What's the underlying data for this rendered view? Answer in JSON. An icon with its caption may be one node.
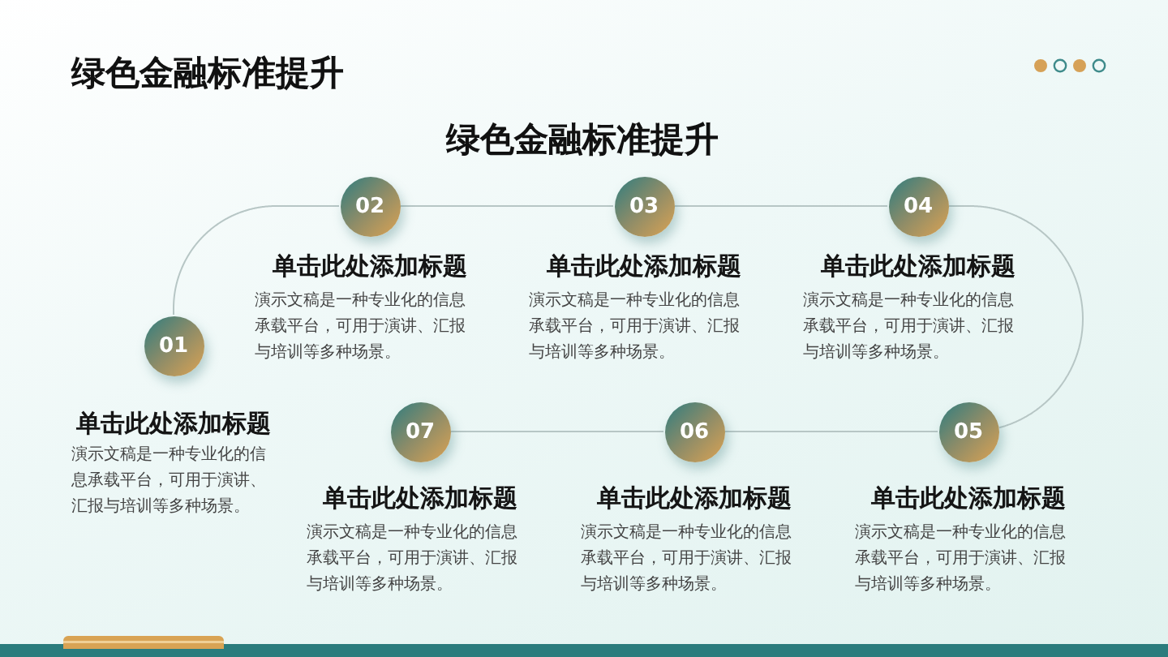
{
  "diagram": {
    "title": "绿色金融标准提升",
    "nodes": [
      {
        "text": [
          "01"
        ],
        "beside": [
          "单击此处添加标题",
          "演示文稿是一种专业化的信息承载平台，可用于演讲、汇报与培训等多种场景。"
        ]
      },
      {
        "text": [
          "02"
        ],
        "beside": [
          "单击此处添加标题",
          "演示文稿是一种专业化的信息承载平台，可用于演讲、汇报与培训等多种场景。"
        ]
      },
      {
        "text": [
          "03"
        ],
        "beside": [
          "单击此处添加标题",
          "演示文稿是一种专业化的信息承载平台，可用于演讲、汇报与培训等多种场景。"
        ]
      },
      {
        "text": [
          "04"
        ],
        "beside": [
          "单击此处添加标题",
          "演示文稿是一种专业化的信息承载平台，可用于演讲、汇报与培训等多种场景。"
        ]
      },
      {
        "text": [
          "05"
        ],
        "beside": [
          "单击此处添加标题",
          "演示文稿是一种专业化的信息承载平台，可用于演讲、汇报与培训等多种场景。"
        ]
      },
      {
        "text": [
          "06"
        ],
        "beside": [
          "单击此处添加标题",
          "演示文稿是一种专业化的信息承载平台，可用于演讲、汇报与培训等多种场景。"
        ]
      },
      {
        "text": [
          "07"
        ],
        "beside": [
          "单击此处添加标题",
          "演示文稿是一种专业化的信息承载平台，可用于演讲、汇报与培训等多种场景。"
        ]
      }
    ],
    "edges": [
      {
        "from": 0,
        "to": 1,
        "arrow": "none"
      },
      {
        "from": 1,
        "to": 2,
        "arrow": "none"
      },
      {
        "from": 2,
        "to": 3,
        "arrow": "none"
      },
      {
        "from": 3,
        "to": 4,
        "arrow": "none"
      },
      {
        "from": 4,
        "to": 5,
        "arrow": "none"
      },
      {
        "from": 5,
        "to": 6,
        "arrow": "none"
      }
    ],
    "labels": [
      "绿色金融标准提升"
    ]
  }
}
